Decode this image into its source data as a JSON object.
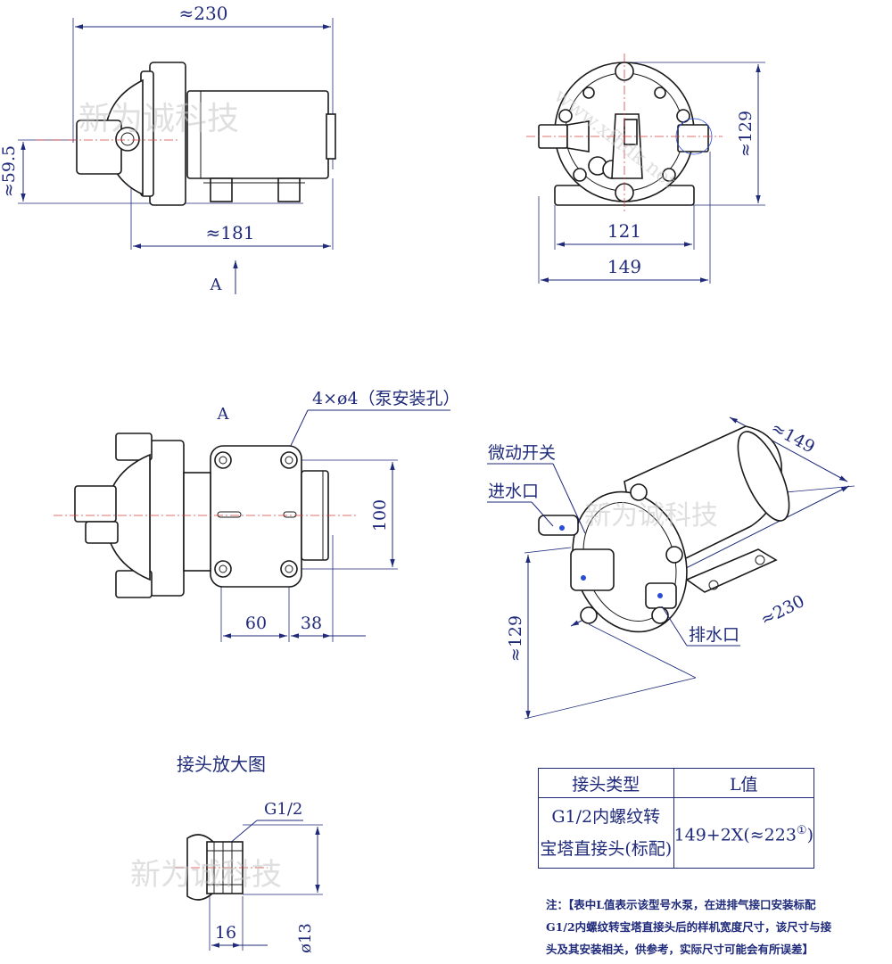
{
  "top_view": {
    "dim_length_total": "≈230",
    "dim_length_body": "≈181",
    "dim_height": "≈59.5",
    "view_label": "A"
  },
  "front_view": {
    "dim_height": "≈129",
    "dim_mount_inner": "121",
    "dim_mount_outer": "149",
    "watermark": "www.xfhdk.net"
  },
  "bottom_view": {
    "view_label": "A",
    "callout_holes": "4×ø4（泵安装孔）",
    "dim_hole_spacing_y": "100",
    "dim_hole_spacing_x": "60",
    "dim_edge": "38"
  },
  "iso_view": {
    "label_switch": "微动开关",
    "label_inlet": "进水口",
    "label_outlet": "排水口",
    "dim_149": "≈149",
    "dim_230": "≈230",
    "dim_129": "≈129"
  },
  "detail_view": {
    "title": "接头放大图",
    "thread_label": "G1/2",
    "dim_length": "16",
    "dim_diameter": "ø13"
  },
  "watermark_text": "新为诚科技",
  "table": {
    "headers": [
      "接头类型",
      "L值"
    ],
    "rows": [
      {
        "type_line1": "G1/2内螺纹转",
        "type_line2": "宝塔直接头(标配)",
        "value": "149+2X(≈223",
        "value_sup": "①",
        "value_close": ")"
      }
    ]
  },
  "note": {
    "line1": "注：【表中L值表示该型号水泵，在进排气接口安装标配",
    "line2": "G1/2内螺纹转宝塔直接头后的样机宽度尺寸，该尺寸与接",
    "line3": "头及其安装相关，供参考，实际尺寸可能会有所误差】"
  }
}
